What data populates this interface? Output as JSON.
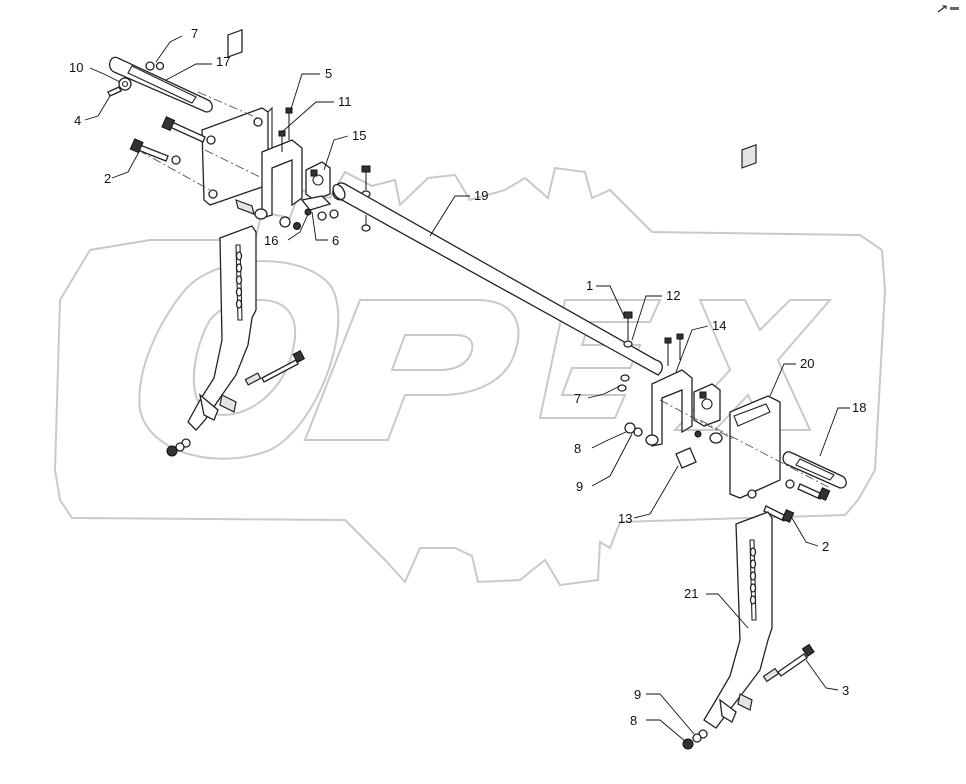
{
  "watermark": {
    "text": "OPEX"
  },
  "corner_mark": {
    "icon": "resize-arrows-icon"
  },
  "callouts": [
    {
      "id": "c7a",
      "label": "7"
    },
    {
      "id": "c17",
      "label": "17"
    },
    {
      "id": "c10",
      "label": "10"
    },
    {
      "id": "c5",
      "label": "5"
    },
    {
      "id": "c11",
      "label": "11"
    },
    {
      "id": "c4",
      "label": "4"
    },
    {
      "id": "c15",
      "label": "15"
    },
    {
      "id": "c2a",
      "label": "2"
    },
    {
      "id": "c19",
      "label": "19"
    },
    {
      "id": "c16",
      "label": "16"
    },
    {
      "id": "c6",
      "label": "6"
    },
    {
      "id": "c1",
      "label": "1"
    },
    {
      "id": "c12",
      "label": "12"
    },
    {
      "id": "c14",
      "label": "14"
    },
    {
      "id": "c20",
      "label": "20"
    },
    {
      "id": "c7b",
      "label": "7"
    },
    {
      "id": "c18",
      "label": "18"
    },
    {
      "id": "c8a",
      "label": "8"
    },
    {
      "id": "c9a",
      "label": "9"
    },
    {
      "id": "c13",
      "label": "13"
    },
    {
      "id": "c2b",
      "label": "2"
    },
    {
      "id": "c21",
      "label": "21"
    },
    {
      "id": "c3",
      "label": "3"
    },
    {
      "id": "c9b",
      "label": "9"
    },
    {
      "id": "c8b",
      "label": "8"
    }
  ]
}
